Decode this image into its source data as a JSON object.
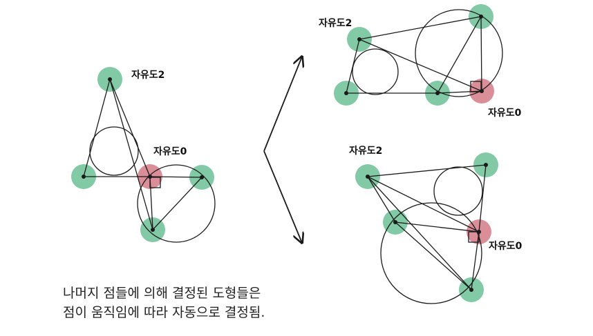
{
  "labels": {
    "dof2": "자유도2",
    "dof0": "자유도0"
  },
  "caption": {
    "line1": "나머지 점들에 의해 결정된 도형들은",
    "line2": "점이 움직임에 따라 자동으로 결정됨."
  },
  "colors": {
    "free_point": "#6cc095",
    "fixed_point": "#d47a86",
    "line": "#1a1a1a"
  }
}
